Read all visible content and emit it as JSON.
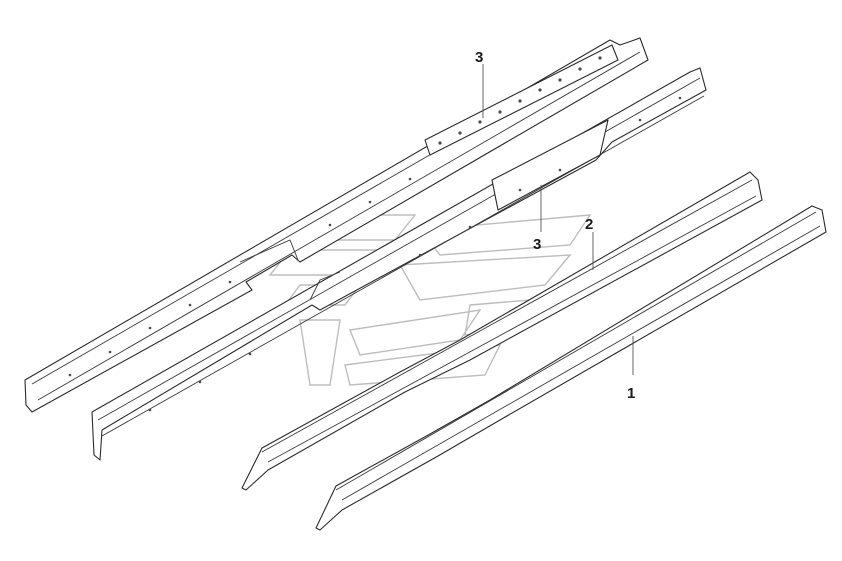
{
  "callouts": {
    "c1": "1",
    "c2": "2",
    "c3_top": "3",
    "c3_mid": "3"
  },
  "colors": {
    "line": "#2b2b2b",
    "watermark": "#bdbdbd",
    "background": "#ffffff"
  }
}
